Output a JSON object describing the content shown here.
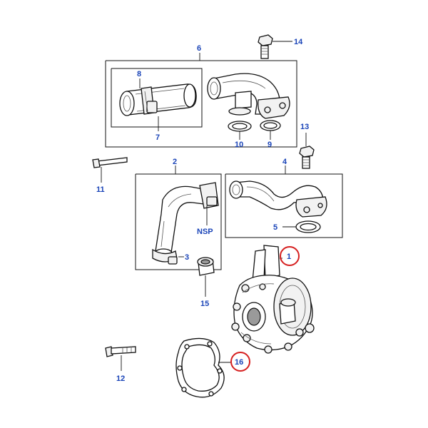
{
  "colors": {
    "callout_text": "#1a44b8",
    "highlight_ring": "#d62020",
    "line": "#111111"
  },
  "callouts": {
    "c1": "1",
    "c2": "2",
    "c3": "3",
    "c4": "4",
    "c5": "5",
    "c6": "6",
    "c7": "7",
    "c8": "8",
    "c9": "9",
    "c10": "10",
    "c11": "11",
    "c12": "12",
    "c13": "13",
    "c14": "14",
    "c15": "15",
    "c16": "16",
    "nsp": "NSP"
  },
  "highlighted_callouts": [
    "1",
    "16"
  ]
}
